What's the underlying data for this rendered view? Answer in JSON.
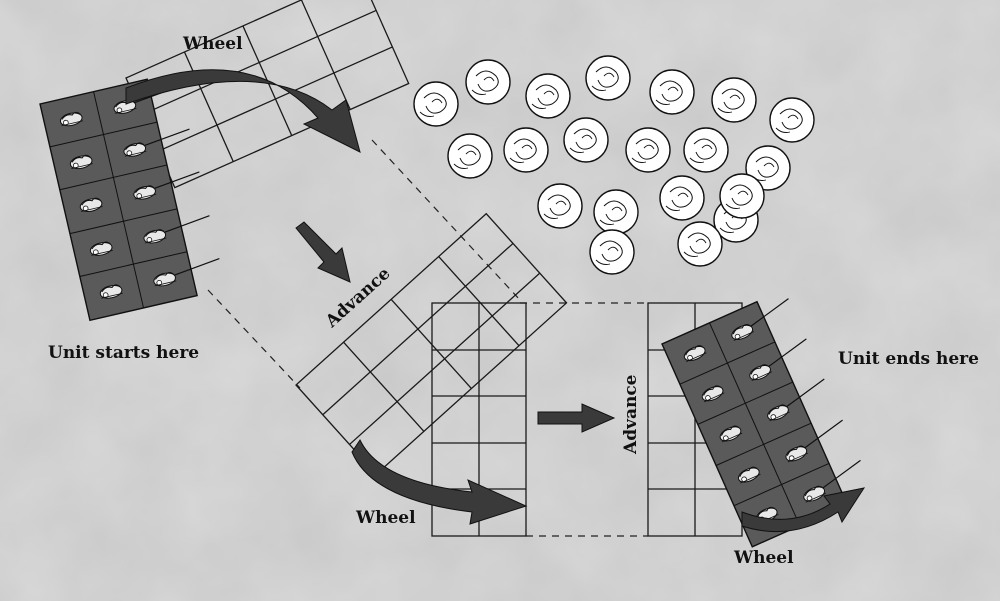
{
  "labels": {
    "wheel_top": "Wheel",
    "advance_diag": "Advance",
    "unit_starts": "Unit starts here",
    "advance_vert": "Advance",
    "unit_ends": "Unit ends here",
    "wheel_mid": "Wheel",
    "wheel_bottom": "Wheel"
  },
  "colors": {
    "background": "#d6d6d6",
    "grid_line": "#1a1a1a",
    "unit_fill": "#5a5a5a",
    "arrow_fill": "#3a3a3a",
    "wood_fill": "#ffffff"
  },
  "units": {
    "start": {
      "rows": 5,
      "cols": 2
    },
    "end": {
      "rows": 5,
      "cols": 2
    }
  },
  "icons": [
    "wood-icon",
    "trooper-icon",
    "curved-arrow-icon",
    "straight-arrow-icon"
  ]
}
